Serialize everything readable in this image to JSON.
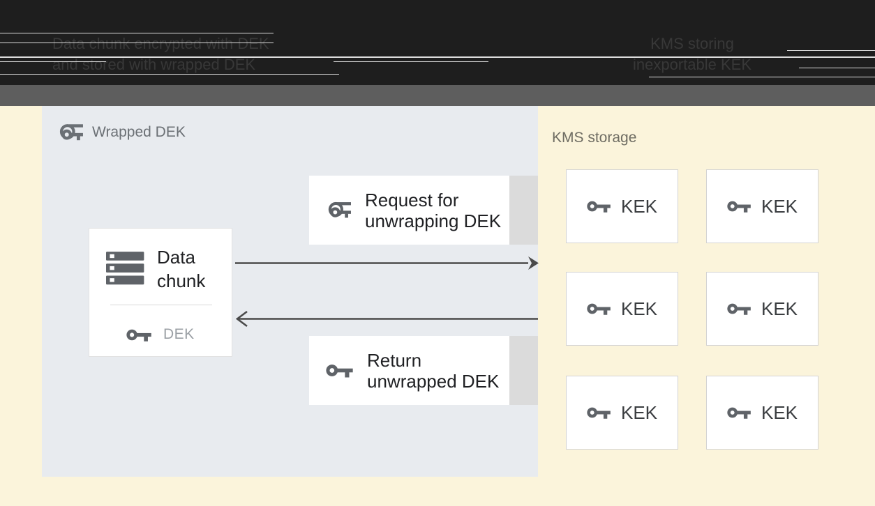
{
  "header": {
    "left": {
      "line1": "Data chunk encrypted with DEK",
      "line2": "and stored with wrapped DEK"
    },
    "right": {
      "line1": "KMS storing",
      "line2": "inexportable KEK"
    }
  },
  "wrapped_panel": {
    "label": "Wrapped DEK",
    "data_chunk": {
      "line1": "Data",
      "line2": "chunk",
      "key_label": "DEK"
    }
  },
  "messages": {
    "request": {
      "line1": "Request for",
      "line2": "unwrapping DEK"
    },
    "return": {
      "line1": "Return",
      "line2": "unwrapped DEK"
    }
  },
  "kms": {
    "label": "KMS storage",
    "keks": [
      "KEK",
      "KEK",
      "KEK",
      "KEK",
      "KEK",
      "KEK"
    ]
  },
  "icons": {
    "wrapped_key": "wrapped-key-icon",
    "solid_key": "key-icon",
    "storage": "data-chunk-icon",
    "arrow_right": "arrow-right",
    "arrow_left": "arrow-left"
  },
  "colors": {
    "header_bg": "#1E1E1E",
    "header_text": "#383838",
    "divider_bar": "#5E5E5E",
    "page_cream": "#FBF4DB",
    "panel_gray": "#E8EBEF",
    "box_white": "#FFFFFF",
    "shadow_strip": "#DBDBDB",
    "icon_gray": "#5F6368",
    "arrow_gray": "#4A4A4A",
    "muted_text": "#9BA0A5"
  }
}
